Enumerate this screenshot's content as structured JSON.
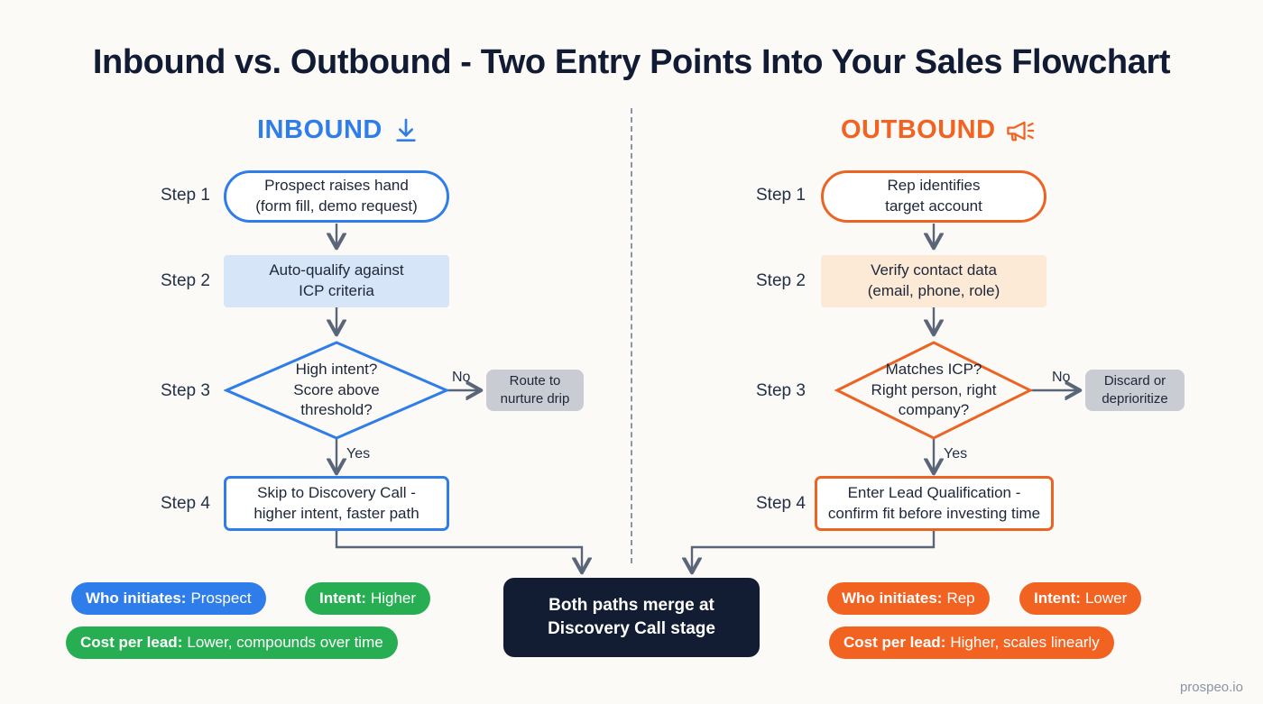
{
  "page": {
    "title": "Inbound vs. Outbound - Two Entry Points Into Your Sales Flowchart",
    "background_color": "#FBFAF7",
    "footer": "prospeo.io"
  },
  "colors": {
    "inbound": "#2F7DEA",
    "outbound": "#F26322",
    "green": "#27AE53",
    "gray_node": "#C9CCD2",
    "dark_node": "#121D33",
    "connector": "#5A6678"
  },
  "columns": {
    "inbound": {
      "heading": "INBOUND",
      "icon": "arrow-down-into-tray-icon"
    },
    "outbound": {
      "heading": "OUTBOUND",
      "icon": "megaphone-icon"
    }
  },
  "step_labels": {
    "step1": "Step 1",
    "step2": "Step 2",
    "step3": "Step 3",
    "step4": "Step 4"
  },
  "inbound_steps": {
    "step1": "Prospect raises hand\n(form fill, demo request)",
    "step1_line1": "Prospect raises hand",
    "step1_line2": "(form fill, demo request)",
    "step2_line1": "Auto-qualify against",
    "step2_line2": "ICP criteria",
    "step3_line1": "High intent?",
    "step3_line2": "Score above",
    "step3_line3": "threshold?",
    "step3_no_label": "No",
    "step3_yes_label": "Yes",
    "step3_no_target_line1": "Route to",
    "step3_no_target_line2": "nurture drip",
    "step4_line1": "Skip to Discovery Call -",
    "step4_line2": "higher intent, faster path"
  },
  "outbound_steps": {
    "step1_line1": "Rep identifies",
    "step1_line2": "target account",
    "step2_line1": "Verify contact data",
    "step2_line2": "(email, phone, role)",
    "step3_line1": "Matches ICP?",
    "step3_line2": "Right person, right",
    "step3_line3": "company?",
    "step3_no_label": "No",
    "step3_yes_label": "Yes",
    "step3_no_target_line1": "Discard or",
    "step3_no_target_line2": "deprioritize",
    "step4_line1": "Enter Lead Qualification -",
    "step4_line2": "confirm fit before investing time"
  },
  "merge_node": {
    "line1": "Both paths merge at",
    "line2": "Discovery Call stage"
  },
  "inbound_badges": [
    {
      "label": "Who initiates:",
      "value": "Prospect",
      "color": "#2F7DEA"
    },
    {
      "label": "Intent:",
      "value": "Higher",
      "color": "#27AE53"
    },
    {
      "label": "Cost per lead:",
      "value": "Lower, compounds over time",
      "color": "#27AE53"
    }
  ],
  "outbound_badges": [
    {
      "label": "Who initiates:",
      "value": "Rep",
      "color": "#F26322"
    },
    {
      "label": "Intent:",
      "value": "Lower",
      "color": "#F26322"
    },
    {
      "label": "Cost per lead:",
      "value": "Higher, scales linearly",
      "color": "#F26322"
    }
  ]
}
